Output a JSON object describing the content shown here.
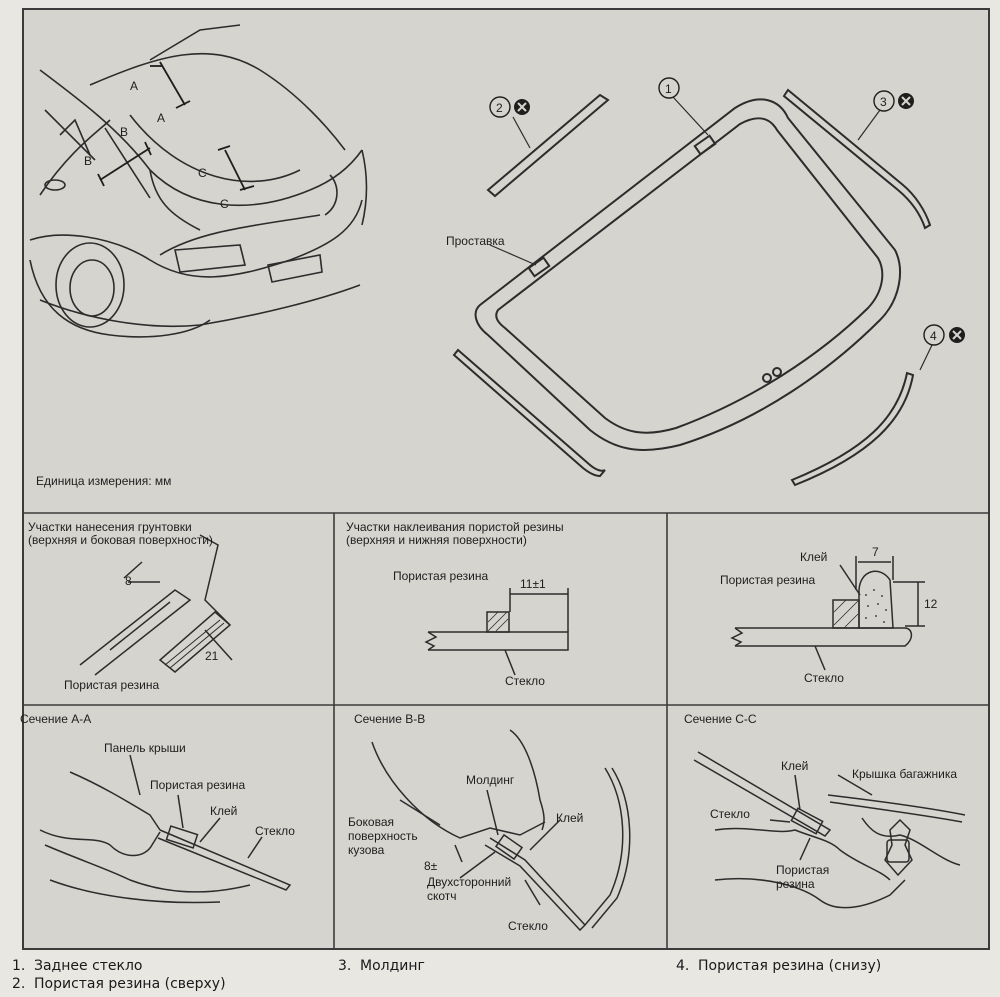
{
  "diagram": {
    "unit_note": "Единица измерения: мм",
    "callouts": {
      "c1": "1",
      "c2": "2",
      "c3": "3",
      "c4": "4"
    },
    "labels": {
      "spacer": "Проставка",
      "sec_a": "A",
      "sec_b": "B",
      "sec_c": "C"
    },
    "panel_primer": {
      "title": "Участки нанесения грунтовки (верхняя и боковая поверхности)",
      "dim1": "8",
      "dim2": "21",
      "foam": "Пористая резина"
    },
    "panel_foam": {
      "title": "Участки наклеивания пористой резины (верхняя и нижняя поверхности)",
      "foam": "Пористая резина",
      "dim": "11±1",
      "glass": "Стекло"
    },
    "panel_glue": {
      "glue": "Клей",
      "foam": "Пористая резина",
      "dim_w": "7",
      "dim_h": "12",
      "glass": "Стекло"
    },
    "section_aa": {
      "title": "Сечение А-А",
      "roof": "Панель крыши",
      "foam": "Пористая резина",
      "glue": "Клей",
      "glass": "Стекло"
    },
    "section_bb": {
      "title": "Сечение В-В",
      "molding": "Молдинг",
      "glue": "Клей",
      "side1": "Боковая",
      "side2": "поверхность",
      "side3": "кузова",
      "dim": "8±",
      "tape1": "Двухсторонний",
      "tape2": "скотч",
      "glass": "Стекло"
    },
    "section_cc": {
      "title": "Сечение С-С",
      "glue": "Клей",
      "lid": "Крышка багажника",
      "glass": "Стекло",
      "foam1": "Пористая",
      "foam2": "резина"
    }
  },
  "legend": [
    {
      "num": "1.",
      "text": "Заднее стекло"
    },
    {
      "num": "2.",
      "text": "Пористая резина (сверху)"
    },
    {
      "num": "3.",
      "text": "Молдинг"
    },
    {
      "num": "4.",
      "text": "Пористая резина (снизу)"
    }
  ]
}
